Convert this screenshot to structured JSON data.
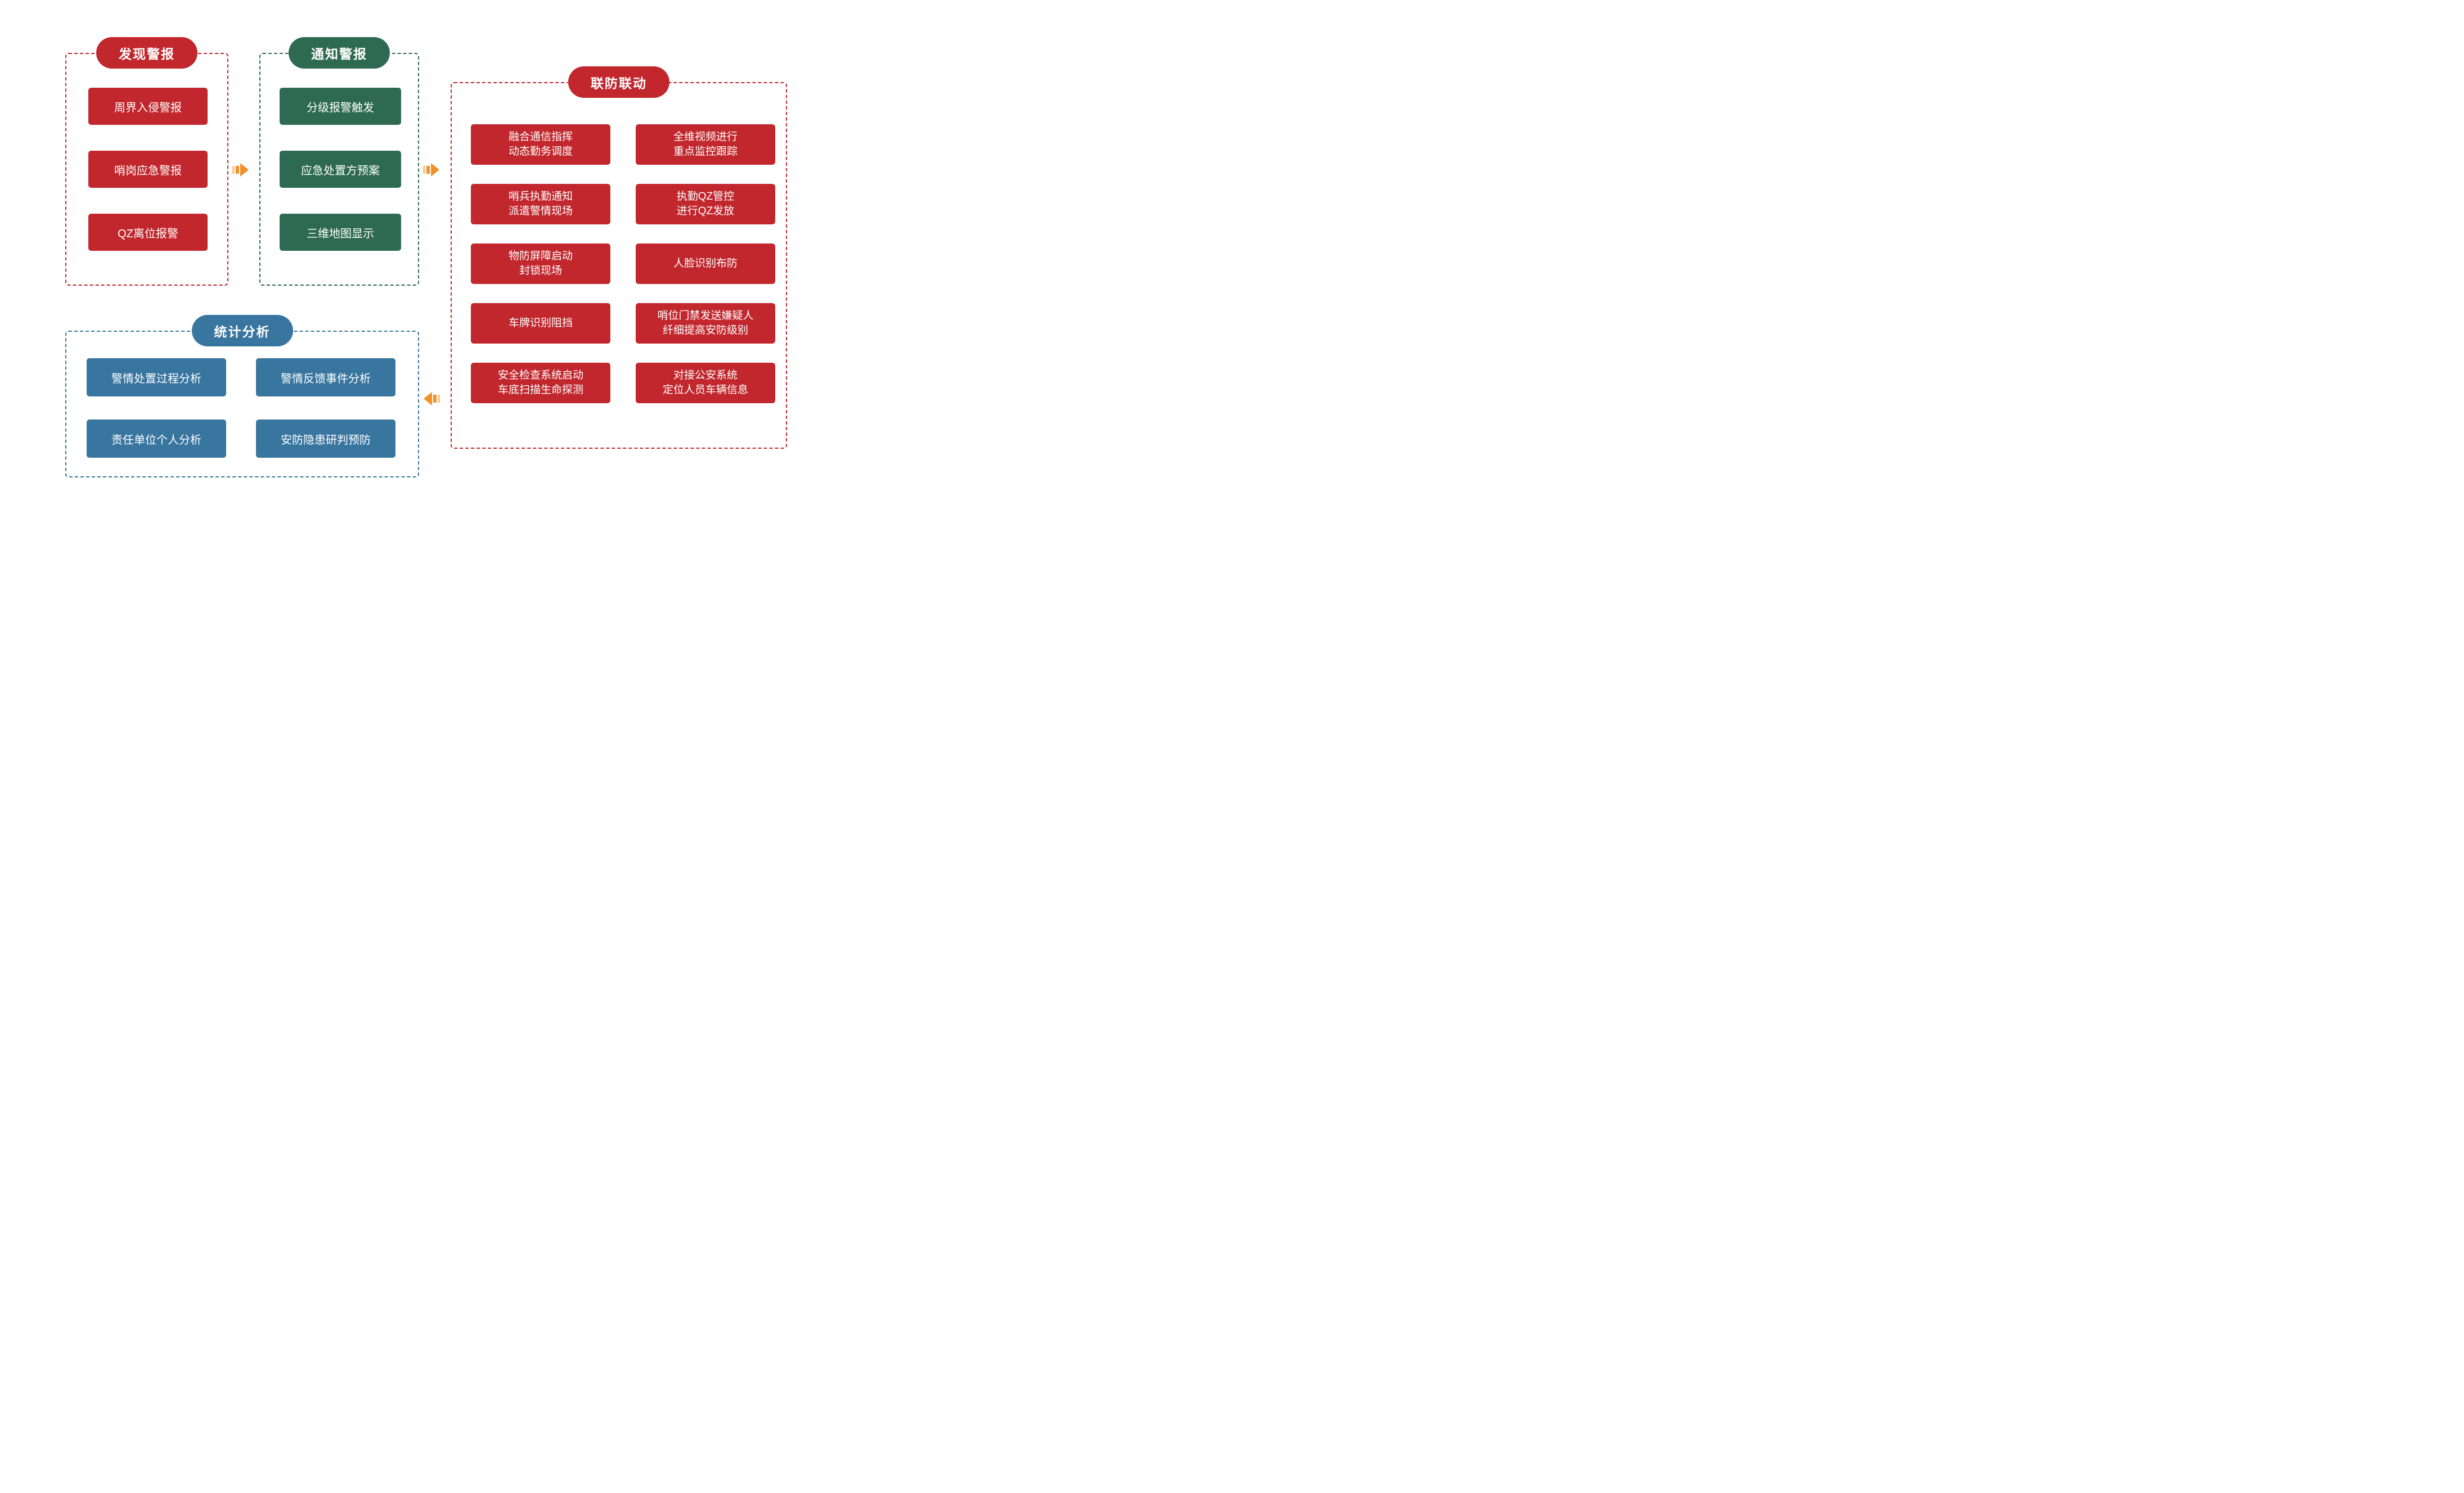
{
  "sections": {
    "discover": {
      "title": "发现警报",
      "boxes": [
        "周界入侵警报",
        "哨岗应急警报",
        "QZ离位报警"
      ]
    },
    "notify": {
      "title": "通知警报",
      "boxes": [
        "分级报警触发",
        "应急处置方预案",
        "三维地图显示"
      ]
    },
    "joint": {
      "title": "联防联动",
      "left_boxes": [
        "融合通信指挥\n动态勤务调度",
        "哨兵执勤通知\n派遣警情现场",
        "物防屏障启动\n封锁现场",
        "车牌识别阻挡",
        "安全检查系统启动\n车底扫描生命探测"
      ],
      "right_boxes": [
        "全维视频进行\n重点监控跟踪",
        "执勤QZ管控\n进行QZ发放",
        "人脸识别布防",
        "哨位门禁发送嫌疑人\n纤细提高安防级别",
        "对接公安系统\n定位人员车辆信息"
      ]
    },
    "stats": {
      "title": "统计分析",
      "boxes": [
        "警情处置过程分析",
        "警情反馈事件分析",
        "责任单位个人分析",
        "安防隐患研判预防"
      ]
    }
  },
  "arrows": [
    {
      "id": "discover-to-notify",
      "direction": "right"
    },
    {
      "id": "notify-to-joint",
      "direction": "right"
    },
    {
      "id": "joint-to-stats",
      "direction": "left"
    }
  ],
  "icons": {
    "arrow": "fast-forward-arrow-icon"
  },
  "colors": {
    "red": "#C1272D",
    "green": "#2D6A51",
    "blue": "#38759F",
    "orange": "#F0912C",
    "orange_light": "#F8C78E",
    "background": "#FFFFFF",
    "text": "#FFFFFF"
  }
}
